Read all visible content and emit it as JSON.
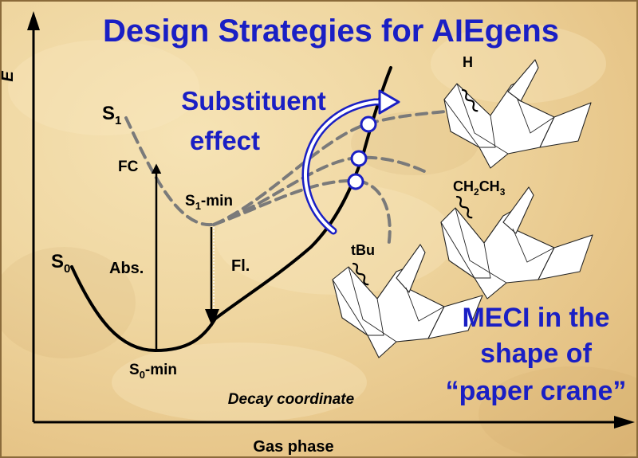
{
  "title": "Design Strategies for AIEgens",
  "axes": {
    "y_label": "E",
    "x_caption": "Decay coordinate",
    "x_label": "Gas phase"
  },
  "states": {
    "s0": {
      "main": "S",
      "sub": "0"
    },
    "s1": {
      "main": "S",
      "sub": "1"
    },
    "fc": "FC",
    "s1min": {
      "main": "S",
      "sub": "1",
      "rest": "-min"
    },
    "s0min": {
      "main": "S",
      "sub": "0",
      "rest": "-min"
    }
  },
  "transitions": {
    "absorption": "Abs.",
    "fluorescence": "Fl."
  },
  "substituent": {
    "line1": "Substituent",
    "line2": "effect"
  },
  "substituents": {
    "h": "H",
    "ethyl": {
      "a": "CH",
      "a_sub": "2",
      "b": "CH",
      "b_sub": "3"
    },
    "tbu": "tBu"
  },
  "meci": {
    "line1": "MECI in the",
    "line2": "shape of",
    "line3": "“paper crane”"
  },
  "colors": {
    "accent_blue": "#1a1fc4",
    "curve_gray": "#7a7a7a",
    "background": "#efd6a0"
  }
}
